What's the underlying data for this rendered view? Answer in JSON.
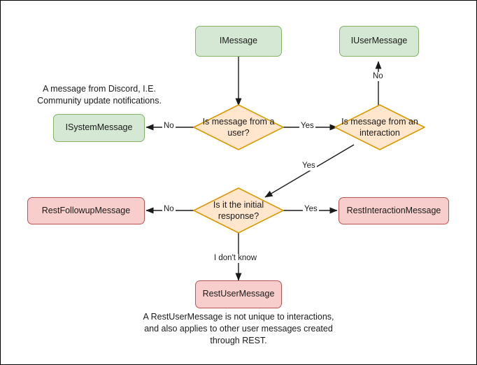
{
  "diagram": {
    "title": "Discord message type decision flowchart",
    "colors": {
      "green_fill": "#d5e8d4",
      "green_border": "#82b366",
      "orange_fill": "#ffe6cc",
      "orange_border": "#d79b00",
      "pink_fill": "#f8cecc",
      "pink_border": "#b85450",
      "edge": "#1a1a1a",
      "canvas_border": "#000000"
    },
    "nodes": {
      "imessage": "IMessage",
      "iusermessage": "IUserMessage",
      "isystemmessage": "ISystemMessage",
      "decision_user": "Is message from a user?",
      "decision_interaction": "Is message from an interaction",
      "decision_initial": "Is it the initial response?",
      "restfollowupmessage": "RestFollowupMessage",
      "restinteractionmessage": "RestInteractionMessage",
      "restusermessage": "RestUserMessage"
    },
    "edge_labels": {
      "user_no": "No",
      "user_yes": "Yes",
      "interaction_no": "No",
      "interaction_yes": "Yes",
      "initial_no": "No",
      "initial_yes": "Yes",
      "initial_unknown": "I don't know"
    },
    "notes": {
      "system_note": "A message from Discord, I.E.\nCommunity update notifications.",
      "rest_note": "A RestUserMessage is not unique to interactions,\nand also applies to other user messages created\nthrough REST."
    }
  }
}
